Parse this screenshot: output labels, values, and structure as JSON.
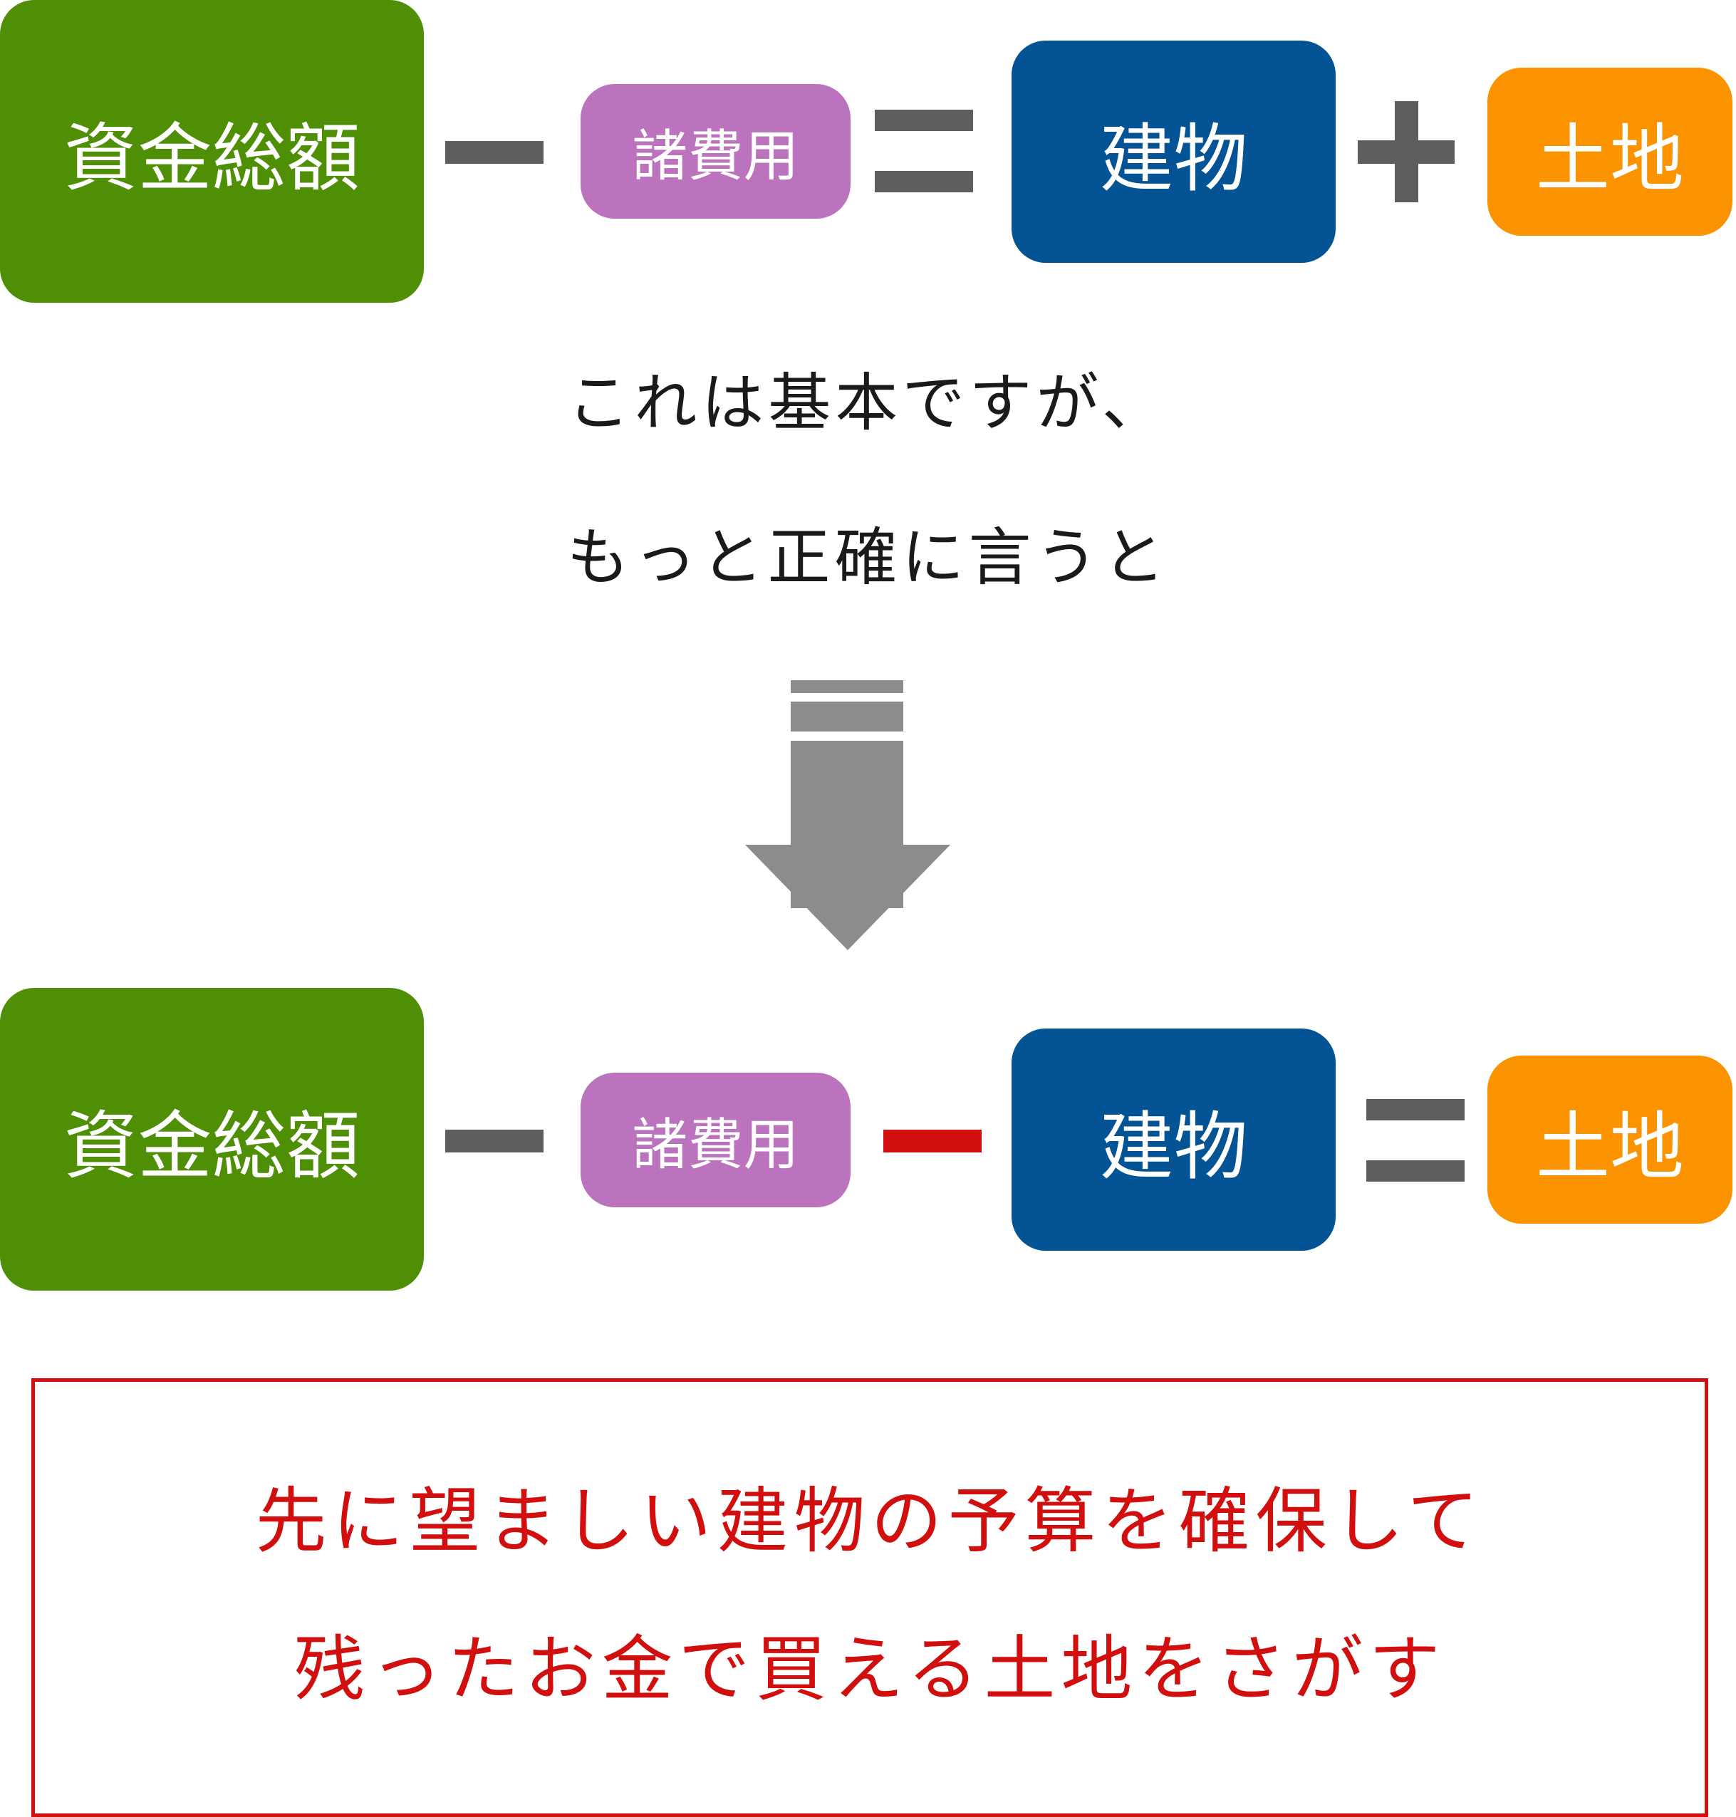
{
  "colors": {
    "total_funds": "#4e8f05",
    "expenses": "#bc73bd",
    "building": "#045394",
    "land": "#fb9300",
    "operator": "#5e5e5e",
    "highlight_operator": "#d10f0f",
    "arrow": "#8c8c8c",
    "note": "#d10f0f"
  },
  "equation1": {
    "total_funds": "資金総額",
    "expenses": "諸費用",
    "building": "建物",
    "land": "土地"
  },
  "caption": {
    "line1": "これは基本ですが、",
    "line2": "もっと正確に言うと"
  },
  "equation2": {
    "total_funds": "資金総額",
    "expenses": "諸費用",
    "building": "建物",
    "land": "土地"
  },
  "note": {
    "line1": "先に望ましい建物の予算を確保して",
    "line2": "残ったお金で買える土地をさがす"
  }
}
